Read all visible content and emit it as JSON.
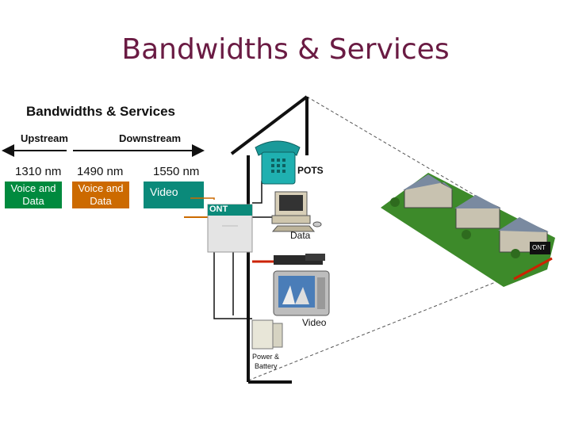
{
  "title": "Bandwidths & Services",
  "subtitle": "Bandwidths & Services",
  "directions": {
    "upstream": "Upstream",
    "downstream": "Downstream"
  },
  "wavelengths": [
    {
      "nm": "1310 nm",
      "service": "Voice and Data",
      "color": "#008a3e"
    },
    {
      "nm": "1490 nm",
      "service": "Voice and Data",
      "color": "#cc6a00"
    },
    {
      "nm": "1550 nm",
      "service": "Video",
      "color": "#0b8a7a"
    }
  ],
  "house_labels": {
    "pots": "POTS",
    "ont": "ONT",
    "data": "Data",
    "video": "Video",
    "power_line1": "Power &",
    "power_line2": "Battery",
    "inset_ont": "ONT"
  },
  "colors": {
    "title": "#6a1b43",
    "fiber": "#cc2200"
  }
}
